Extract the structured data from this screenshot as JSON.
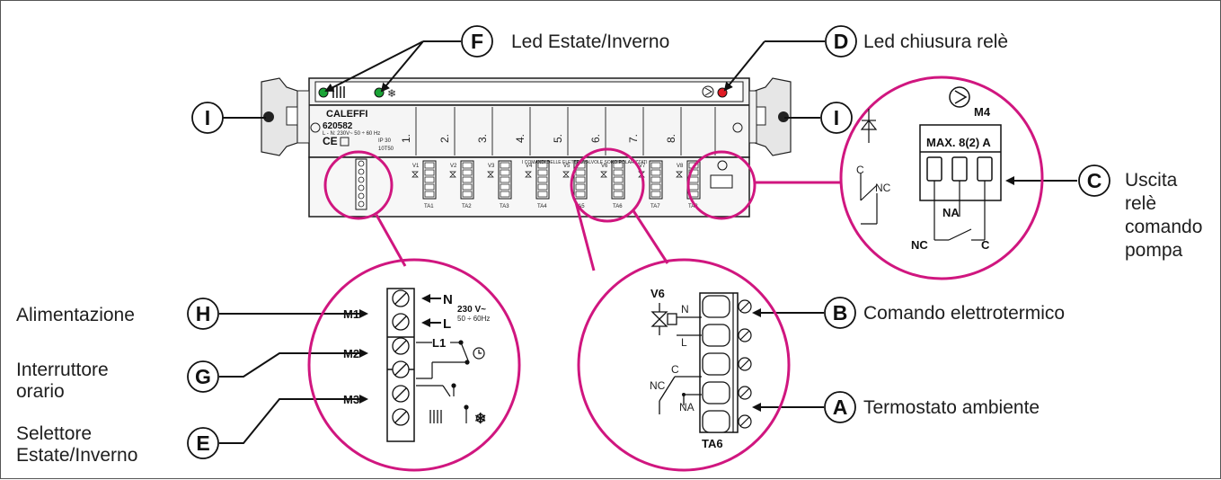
{
  "labels": {
    "led_estate_inverno": "Led Estate/Inverno",
    "led_chiusura_rele": "Led chiusura relè",
    "uscita_rele": [
      "Uscita",
      "relè",
      "comando",
      "pompa"
    ],
    "comando_elettrotermico": "Comando elettrotermico",
    "termostato_ambiente": "Termostato ambiente",
    "alimentazione": "Alimentazione",
    "interruttore_orario": [
      "Interruttore",
      "orario"
    ],
    "selettore_estate_inverno": [
      "Selettore",
      "Estate/Inverno"
    ]
  },
  "letters": {
    "A": "A",
    "B": "B",
    "C": "C",
    "D": "D",
    "E": "E",
    "F": "F",
    "G": "G",
    "H": "H",
    "I": "I"
  },
  "device": {
    "brand": "CALEFFI",
    "code": "620582",
    "supply": "L - N: 230V~ 50 ÷ 60 Hz",
    "ip": "IP 30",
    "temp": "10T50",
    "zones": [
      "1.",
      "2.",
      "3.",
      "4.",
      "5.",
      "6.",
      "7.",
      "8."
    ],
    "valves": [
      "V1",
      "V2",
      "V3",
      "V4",
      "V5",
      "V6",
      "V7",
      "V8"
    ],
    "thermostats": [
      "TA1",
      "TA2",
      "TA3",
      "TA4",
      "TA5",
      "TA6",
      "TA7",
      "TA8"
    ],
    "notice": "I COMANDI DELLE ELETTROVALVOLE SONO POLARIZZATI"
  },
  "detail_power": {
    "terminals": [
      "M1",
      "M2",
      "M3"
    ],
    "n": "N",
    "l": "L",
    "l1": "L1",
    "voltage": "230 V~",
    "freq": "50 ÷ 60Hz"
  },
  "detail_zone": {
    "valve": "V6",
    "n": "N",
    "l": "L",
    "c": "C",
    "nc": "NC",
    "na": "NA",
    "ta": "TA6"
  },
  "detail_pump": {
    "motor": "M4",
    "rating": "MAX. 8(2) A",
    "na": "NA",
    "nc": "NC",
    "c": "C",
    "c_side": "C",
    "nc_side": "NC"
  },
  "colors": {
    "magenta": "#d0167f",
    "led_green": "#1aa336",
    "led_red": "#e01b24",
    "housing": "#f2f2f2",
    "line": "#1a1a1a"
  }
}
